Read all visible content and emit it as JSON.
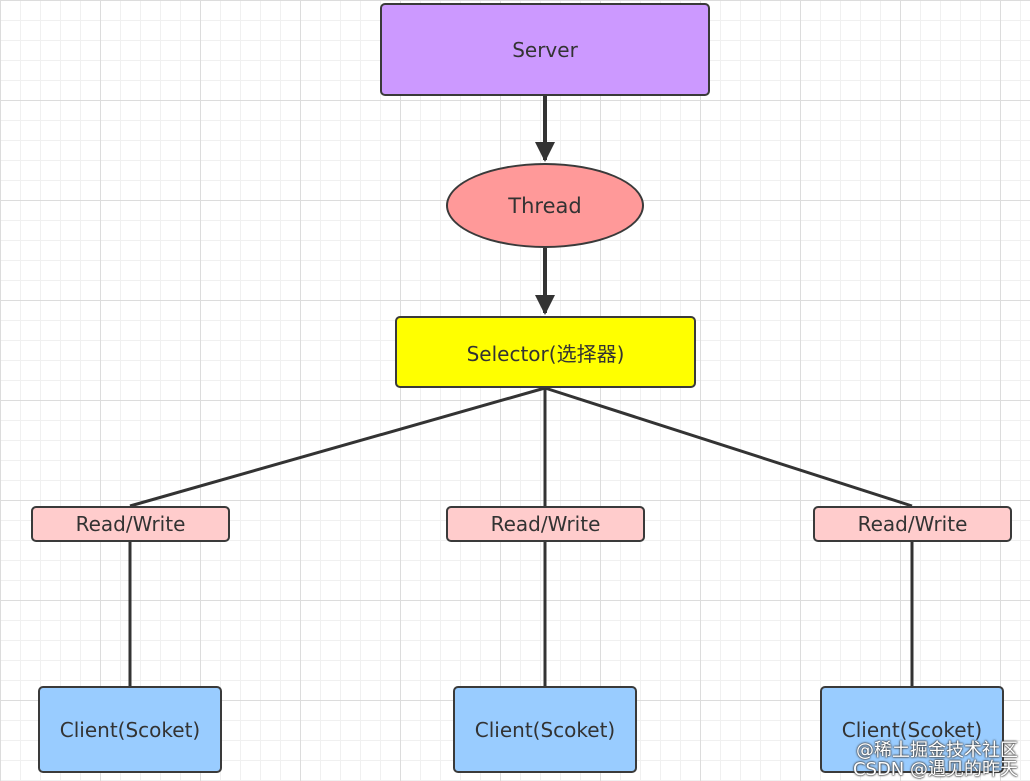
{
  "diagram": {
    "nodes": {
      "server": {
        "label": "Server",
        "color": "#cc99ff"
      },
      "thread": {
        "label": "Thread",
        "color": "#ff9999"
      },
      "selector": {
        "label": "Selector(选择器)",
        "color": "#ffff00"
      },
      "rw_left": {
        "label": "Read/Write",
        "color": "#ffcccc"
      },
      "rw_mid": {
        "label": "Read/Write",
        "color": "#ffcccc"
      },
      "rw_right": {
        "label": "Read/Write",
        "color": "#ffcccc"
      },
      "client_left": {
        "label": "Client(Scoket)",
        "color": "#99ccff"
      },
      "client_mid": {
        "label": "Client(Scoket)",
        "color": "#99ccff"
      },
      "client_right": {
        "label": "Client(Scoket)",
        "color": "#99ccff"
      }
    },
    "edges": [
      {
        "from": "server",
        "to": "thread",
        "arrow": true
      },
      {
        "from": "thread",
        "to": "selector",
        "arrow": true
      },
      {
        "from": "selector",
        "to": "rw_left",
        "arrow": false
      },
      {
        "from": "selector",
        "to": "rw_mid",
        "arrow": false
      },
      {
        "from": "selector",
        "to": "rw_right",
        "arrow": false
      },
      {
        "from": "rw_left",
        "to": "client_left",
        "arrow": false
      },
      {
        "from": "rw_mid",
        "to": "client_mid",
        "arrow": false
      },
      {
        "from": "rw_right",
        "to": "client_right",
        "arrow": false
      }
    ],
    "edge_color": "#333333"
  },
  "watermark": {
    "line1": "@稀土掘金技术社区",
    "line2": "CSDN @遇见的昨天"
  }
}
